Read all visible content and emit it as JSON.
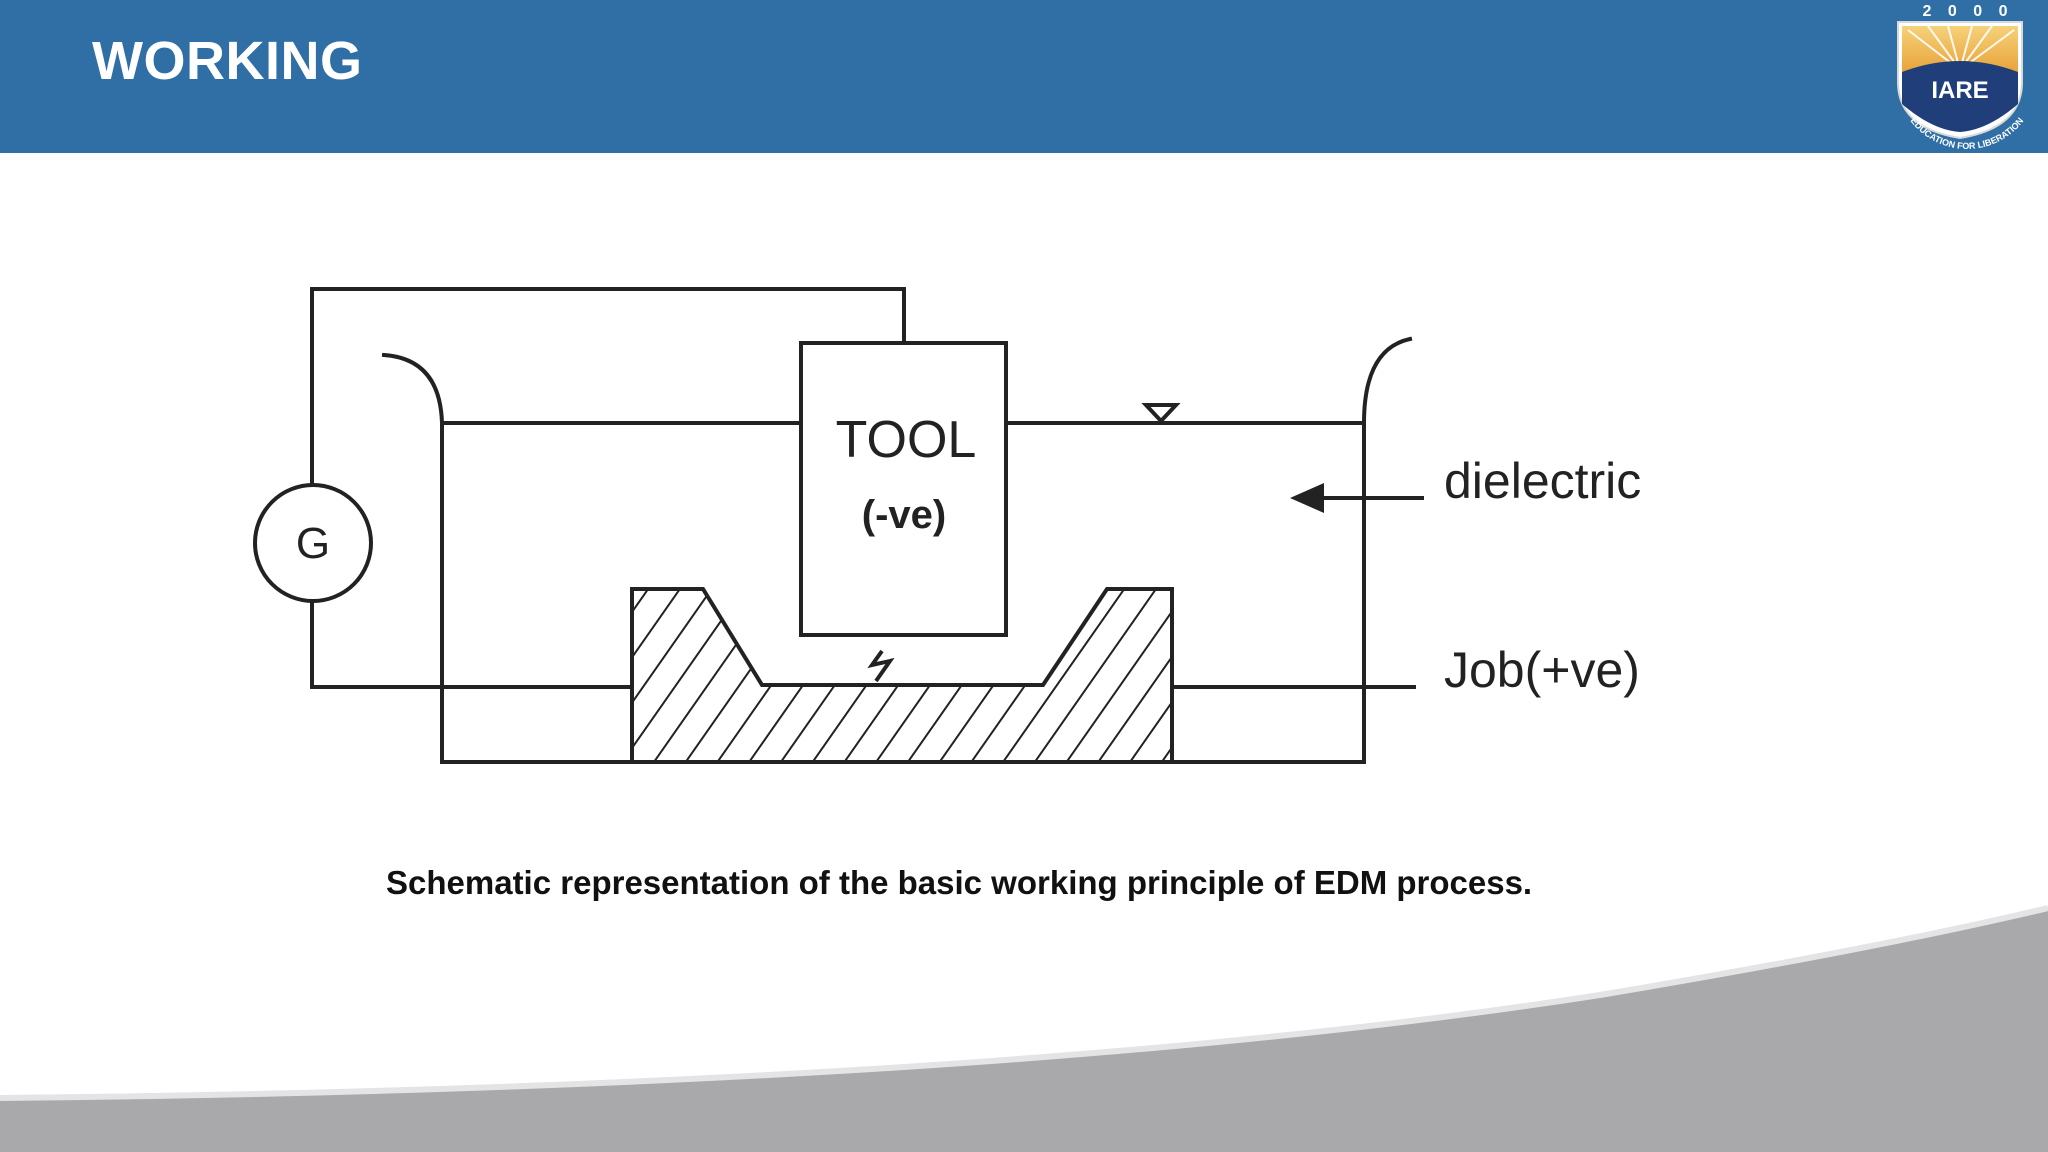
{
  "slide": {
    "title": "WORKING",
    "caption": "Schematic representation of the basic working principle of EDM process."
  },
  "logo": {
    "year": "2 0 0 0",
    "name": "IARE",
    "motto": "EDUCATION FOR LIBERATION"
  },
  "diagram": {
    "generator_label": "G",
    "tool_label": "TOOL",
    "tool_polarity": "(-ve)",
    "dielectric_label": "dielectric",
    "job_label": "Job(+ve)"
  },
  "colors": {
    "header": "#2f6fa6",
    "caption": "#111111",
    "line": "#222222",
    "footer_gray": "#a9a9ac",
    "logo_gold": "#e8a33a",
    "logo_navy": "#1f3e7a"
  }
}
